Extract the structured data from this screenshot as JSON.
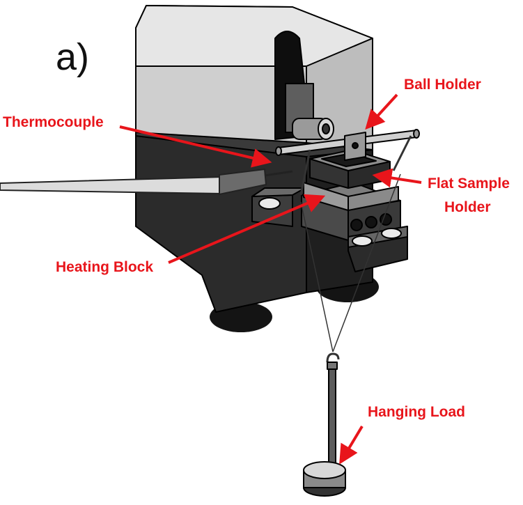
{
  "panel_label": "a)",
  "labels": {
    "ball_holder": "Ball Holder",
    "thermocouple": "Thermocouple",
    "flat_sample_holder_line1": "Flat Sample",
    "flat_sample_holder_line2": "Holder",
    "heating_block": "Heating Block",
    "hanging_load": "Hanging Load"
  },
  "colors": {
    "label_text": "#e8151b",
    "arrow": "#e8151b"
  }
}
